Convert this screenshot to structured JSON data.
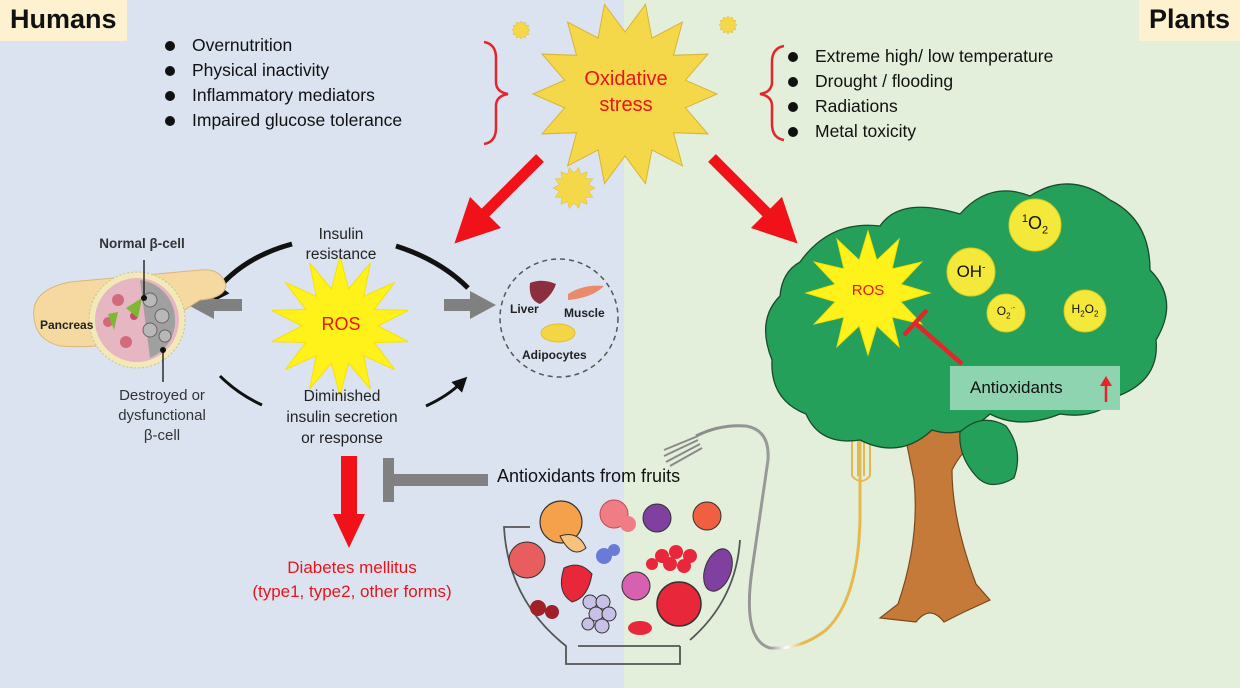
{
  "panels": {
    "humans": {
      "title": "Humans"
    },
    "plants": {
      "title": "Plants"
    }
  },
  "center": {
    "oxidative_stress": "Oxidative stress",
    "oxidative_line1": "Oxidative",
    "oxidative_line2": "stress"
  },
  "human_causes": [
    "Overnutrition",
    "Physical inactivity",
    "Inflammatory mediators",
    "Impaired glucose tolerance"
  ],
  "plant_causes": [
    "Extreme high/ low temperature",
    "Drought / flooding",
    "Radiations",
    "Metal toxicity"
  ],
  "human_cycle": {
    "ros": "ROS",
    "insulin_resistance_1": "Insulin",
    "insulin_resistance_2": "resistance",
    "diminished_1": "Diminished",
    "diminished_2": "insulin secretion",
    "diminished_3": "or response",
    "normal_beta_cell": "Normal β-cell",
    "pancreas": "Pancreas",
    "destroyed_1": "Destroyed or",
    "destroyed_2": "dysfunctional",
    "destroyed_3": "β-cell",
    "tissues": {
      "liver": "Liver",
      "muscle": "Muscle",
      "adipocytes": "Adipocytes"
    }
  },
  "outcome": {
    "line1": "Diabetes mellitus",
    "line2": "(type1, type2, other forms)"
  },
  "fruits": {
    "label": "Antioxidants from fruits"
  },
  "plant": {
    "ros": "ROS",
    "species": {
      "oh": "OH",
      "oh_sup": "-",
      "singlet_sup": "1",
      "singlet": "O",
      "singlet_sub": "2",
      "superoxide": "O",
      "superoxide_sub": "2",
      "superoxide_sup": "·-",
      "h2o2_h": "H",
      "h2o2_sub1": "2",
      "h2o2_o": "O",
      "h2o2_sub2": "2"
    },
    "antioxidants": "Antioxidants",
    "antioxidants_trend": "up"
  },
  "colors": {
    "human_bg": "#dbe3f1",
    "plant_bg": "#e3eedb",
    "title_bg": "#fdf1cf",
    "red": "#f01218",
    "gray_arrow": "#808080",
    "sun_yellow": "#f5d84a",
    "ros_yellow": "#fff11a",
    "tree_green": "#24a05a",
    "trunk_brown": "#c67a3a",
    "antiox_box": "#8fd4b0"
  }
}
